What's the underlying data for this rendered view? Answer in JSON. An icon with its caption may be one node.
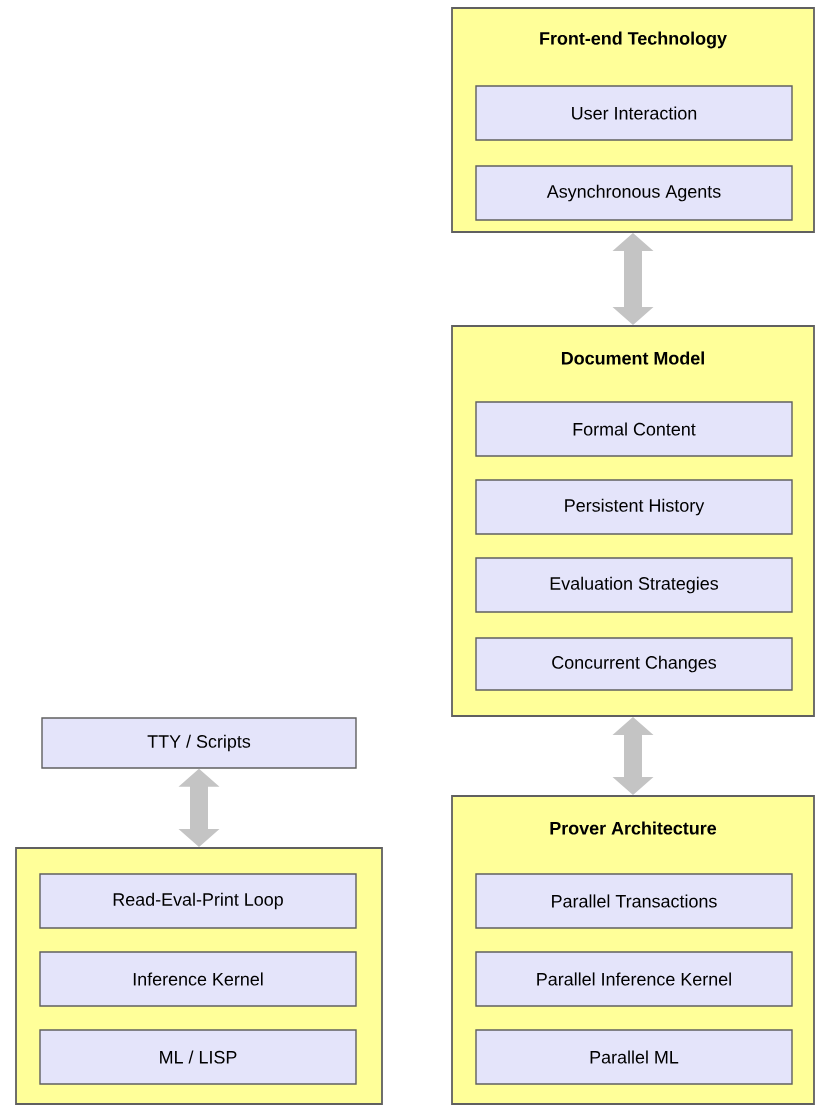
{
  "diagram": {
    "nodes": [
      {
        "text": [
          "Front-end Technology"
        ]
      },
      {
        "text": [
          "User Interaction"
        ],
        "in": 0
      },
      {
        "text": [
          "Asynchronous Agents"
        ],
        "in": 0
      },
      {
        "text": [
          "Document Model"
        ]
      },
      {
        "text": [
          "Formal Content"
        ],
        "in": 3
      },
      {
        "text": [
          "Persistent History"
        ],
        "in": 3
      },
      {
        "text": [
          "Evaluation Strategies"
        ],
        "in": 3
      },
      {
        "text": [
          "Concurrent Changes"
        ],
        "in": 3
      },
      {
        "text": [
          "TTY / Scripts"
        ]
      },
      {
        "text": [
          "Prover Architecture"
        ]
      },
      {
        "text": [],
        "shape": "box"
      },
      {
        "text": [
          "Read-Eval-Print Loop"
        ],
        "in": 10
      },
      {
        "text": [
          "Inference Kernel"
        ],
        "in": 10
      },
      {
        "text": [
          "ML / LISP"
        ],
        "in": 10
      },
      {
        "text": [
          "Parallel Transactions"
        ],
        "in": 9
      },
      {
        "text": [
          "Parallel Inference Kernel"
        ],
        "in": 9
      },
      {
        "text": [
          "Parallel ML"
        ],
        "in": 9
      }
    ],
    "edges": [
      {
        "from": 0,
        "to": 3,
        "arrow": "both"
      },
      {
        "from": 3,
        "to": 9,
        "arrow": "both"
      },
      {
        "from": 8,
        "to": 10,
        "arrow": "both"
      }
    ]
  }
}
